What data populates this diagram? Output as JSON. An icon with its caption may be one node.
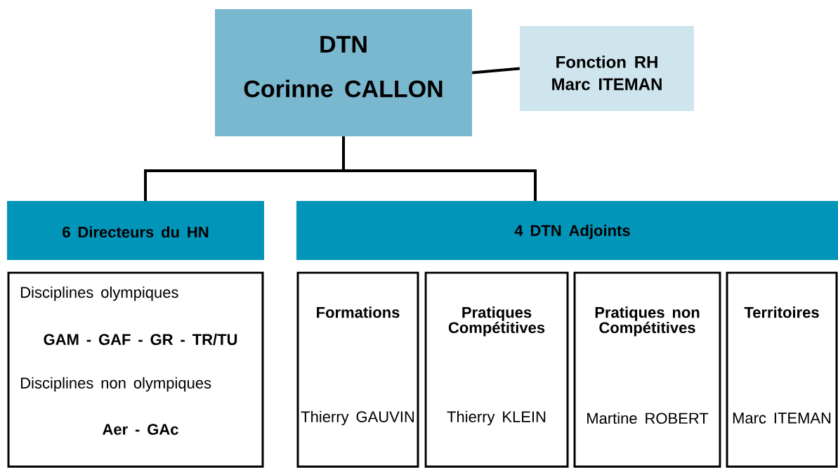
{
  "diagram": {
    "nodes": [
      {
        "text": [
          "DTN",
          "Corinne CALLON"
        ]
      },
      {
        "text": [
          "Fonction RH",
          "Marc ITEMAN"
        ]
      },
      {
        "text": [
          "6 Directeurs du HN"
        ]
      },
      {
        "text": [
          "4 DTN Adjoints"
        ]
      },
      {
        "text": [
          "Disciplines olympiques",
          "GAM - GAF - GR - TR/TU",
          "Disciplines non olympiques",
          "Aer - GAc"
        ]
      },
      {
        "text": [
          "Formations",
          "Thierry GAUVIN"
        ]
      },
      {
        "text": [
          "Pratiques Compétitives",
          "Thierry KLEIN"
        ]
      },
      {
        "text": [
          "Pratiques non Compétitives",
          "Martine ROBERT"
        ]
      },
      {
        "text": [
          "Territoires",
          "Marc ITEMAN"
        ]
      }
    ],
    "edges": [
      {
        "from": 0,
        "to": 1,
        "arrow": "none"
      },
      {
        "from": 0,
        "to": 2,
        "arrow": "none"
      },
      {
        "from": 0,
        "to": 3,
        "arrow": "none"
      }
    ]
  }
}
